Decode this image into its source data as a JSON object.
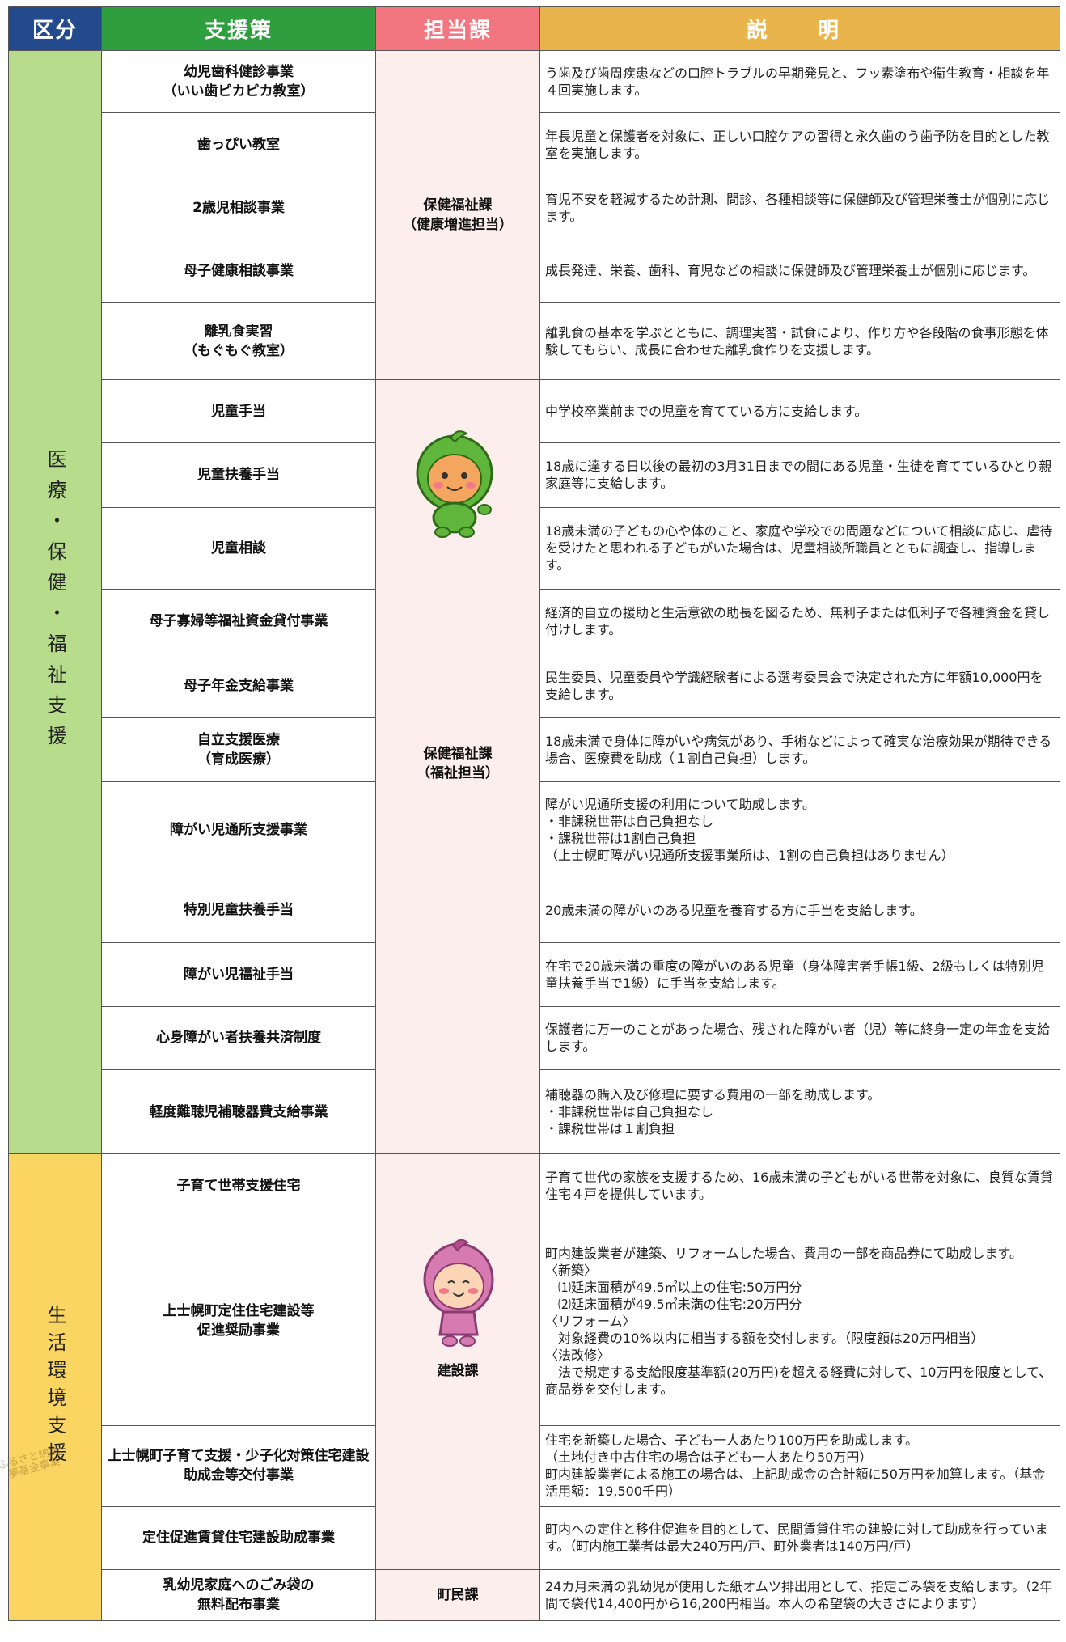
{
  "headers": {
    "kubun": "区分",
    "shien": "支援策",
    "tanto": "担当課",
    "setsumei": "説　明"
  },
  "categories": {
    "medical": "医療・保健・福祉支援",
    "living": "生活環境支援"
  },
  "departments": {
    "health": "保健福祉課\n（健康増進担当）",
    "welfare": "保健福祉課\n（福祉担当）",
    "construction": "建設課",
    "town": "町民課"
  },
  "rows": [
    {
      "name": "幼児歯科健診事業\n（いい歯ピカピカ教室）",
      "desc": "う歯及び歯周疾患などの口腔トラブルの早期発見と、フッ素塗布や衛生教育・相談を年４回実施します。"
    },
    {
      "name": "歯っぴい教室",
      "desc": "年長児童と保護者を対象に、正しい口腔ケアの習得と永久歯のう歯予防を目的とした教室を実施します。"
    },
    {
      "name": "2歳児相談事業",
      "desc": "育児不安を軽減するため計測、問診、各種相談等に保健師及び管理栄養士が個別に応じます。"
    },
    {
      "name": "母子健康相談事業",
      "desc": "成長発達、栄養、歯科、育児などの相談に保健師及び管理栄養士が個別に応じます。"
    },
    {
      "name": "離乳食実習\n（もぐもぐ教室）",
      "desc": "離乳食の基本を学ぶとともに、調理実習・試食により、作り方や各段階の食事形態を体験してもらい、成長に合わせた離乳食作りを支援します。"
    },
    {
      "name": "児童手当",
      "desc": "中学校卒業前までの児童を育てている方に支給します。"
    },
    {
      "name": "児童扶養手当",
      "desc": "18歳に達する日以後の最初の3月31日までの間にある児童・生徒を育てているひとり親家庭等に支給します。"
    },
    {
      "name": "児童相談",
      "desc": "18歳未満の子どもの心や体のこと、家庭や学校での問題などについて相談に応じ、虐待を受けたと思われる子どもがいた場合は、児童相談所職員とともに調査し、指導します。"
    },
    {
      "name": "母子寡婦等福祉資金貸付事業",
      "desc": "経済的自立の援助と生活意欲の助長を図るため、無利子または低利子で各種資金を貸し付けします。"
    },
    {
      "name": "母子年金支給事業",
      "desc": "民生委員、児童委員や学識経験者による選考委員会で決定された方に年額10,000円を支給します。"
    },
    {
      "name": "自立支援医療\n（育成医療）",
      "desc": "18歳未満で身体に障がいや病気があり、手術などによって確実な治療効果が期待できる場合、医療費を助成（１割自己負担）します。"
    },
    {
      "name": "障がい児通所支援事業",
      "desc": "障がい児通所支援の利用について助成します。\n・非課税世帯は自己負担なし\n・課税世帯は1割自己負担\n（上士幌町障がい児通所支援事業所は、1割の自己負担はありません）"
    },
    {
      "name": "特別児童扶養手当",
      "desc": "20歳未満の障がいのある児童を養育する方に手当を支給します。"
    },
    {
      "name": "障がい児福祉手当",
      "desc": "在宅で20歳未満の重度の障がいのある児童（身体障害者手帳1級、2級もしくは特別児童扶養手当で1級）に手当を支給します。"
    },
    {
      "name": "心身障がい者扶養共済制度",
      "desc": "保護者に万一のことがあった場合、残された障がい者（児）等に終身一定の年金を支給します。"
    },
    {
      "name": "軽度難聴児補聴器費支給事業",
      "desc": "補聴器の購入及び修理に要する費用の一部を助成します。\n・非課税世帯は自己負担なし\n・課税世帯は１割負担"
    },
    {
      "name": "子育て世帯支援住宅",
      "desc": "子育て世代の家族を支援するため、16歳未満の子どもがいる世帯を対象に、良質な賃貸住宅４戸を提供しています。"
    },
    {
      "name": "上士幌町定住住宅建設等\n促進奨励事業",
      "desc": "町内建設業者が建築、リフォームした場合、費用の一部を商品券にて助成します。\n〈新築〉\n　⑴延床面積が49.5㎡以上の住宅:50万円分\n　⑵延床面積が49.5㎡未満の住宅:20万円分\n〈リフォーム〉\n　対象経費の10%以内に相当する額を交付します。（限度額は20万円相当）\n〈法改修〉\n　法で規定する支給限度基準額(20万円)を超える経費に対して、10万円を限度として、商品券を交付します。"
    },
    {
      "name": "上士幌町子育て支援・少子化対策住宅建設助成金等交付事業",
      "desc": "住宅を新築した場合、子ども一人あたり100万円を助成します。\n（土地付き中古住宅の場合は子ども一人あたり50万円）\n町内建設業者による施工の場合は、上記助成金の合計額に50万円を加算します。（基金活用額：19,500千円）"
    },
    {
      "name": "定住促進賃貸住宅建設助成事業",
      "desc": "町内への定住と移住促進を目的として、民間賃貸住宅の建設に対して助成を行っています。（町内施工業者は最大240万円/戸、町外業者は140万円/戸）"
    },
    {
      "name": "乳幼児家庭へのごみ袋の\n無料配布事業",
      "desc": "24カ月未満の乳幼児が使用した紙オムツ排出用として、指定ごみ袋を支給します。（2年間で袋代14,400円から16,200円相当。本人の希望袋の大きさによります）"
    }
  ],
  "stamp": {
    "line1": "ふるさと納税",
    "line2": "夢基金事業"
  },
  "colors": {
    "header_kubun": "#234a8c",
    "header_shien": "#2f9e3f",
    "header_tanto": "#f2767f",
    "header_setsumei": "#e9b44c",
    "cat_medical": "#b7dc8c",
    "cat_living": "#fbd561",
    "dept_bg": "#fdeeee",
    "mascot_green": "#5fb63a",
    "mascot_pink": "#d77ab2"
  },
  "icons": {
    "mascot1": "green-mascot-icon",
    "mascot2": "pink-mascot-icon"
  }
}
